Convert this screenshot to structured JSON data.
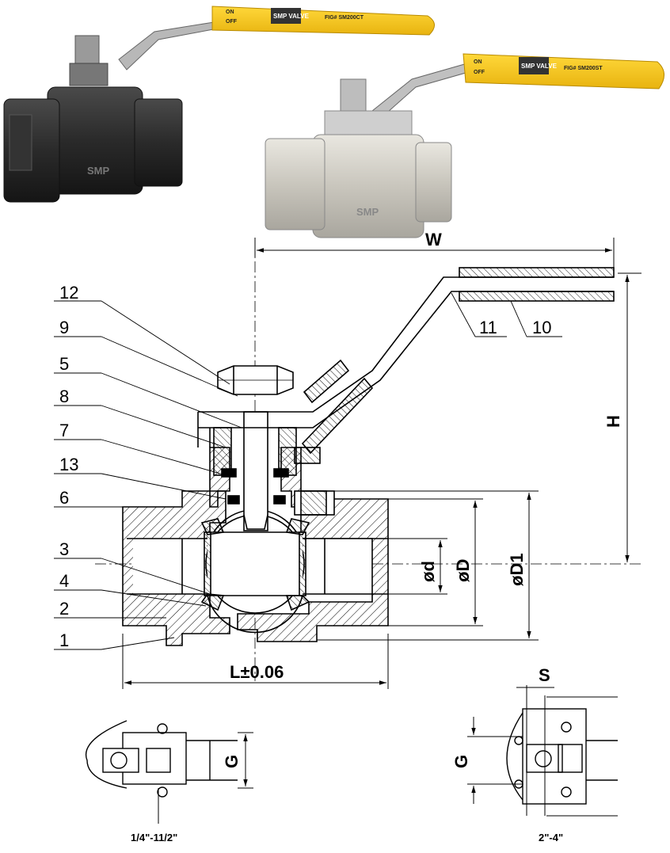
{
  "photo_black": {
    "handle_on": "ON",
    "handle_off": "OFF",
    "handle_brand": "SMP VALVE",
    "handle_fig": "FIG# SM200CT",
    "body_mark": "SMP"
  },
  "photo_steel": {
    "handle_on": "ON",
    "handle_off": "OFF",
    "handle_brand": "SMP VALVE",
    "handle_fig": "FIG# SM200ST",
    "body_mark": "SMP"
  },
  "dimensions": {
    "width": "W",
    "height": "H",
    "length": "L±0.06",
    "bore": "ød",
    "body_dia": "øD",
    "flange_dia": "øD1",
    "wrench": "S",
    "g_small": "G",
    "g_large": "G"
  },
  "part_numbers": {
    "p12": "12",
    "p9": "9",
    "p5": "5",
    "p8": "8",
    "p7": "7",
    "p13": "13",
    "p6": "6",
    "p3": "3",
    "p4": "4",
    "p2": "2",
    "p1": "1",
    "p11": "11",
    "p10": "10"
  },
  "size_captions": {
    "small": "1/4\"-11/2\"",
    "large": "2\"-4\""
  },
  "colors": {
    "handle_yellow": "#f2c21a",
    "black_body": "#2a2a2a",
    "steel_body": "#c9c6bd",
    "line": "#000000"
  }
}
